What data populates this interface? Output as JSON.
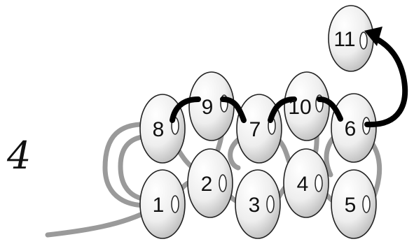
{
  "step_number": "4",
  "beads": [
    {
      "id": "bead-1",
      "label": "1"
    },
    {
      "id": "bead-2",
      "label": "2"
    },
    {
      "id": "bead-3",
      "label": "3"
    },
    {
      "id": "bead-4",
      "label": "4"
    },
    {
      "id": "bead-5",
      "label": "5"
    },
    {
      "id": "bead-6",
      "label": "6"
    },
    {
      "id": "bead-7",
      "label": "7"
    },
    {
      "id": "bead-8",
      "label": "8"
    },
    {
      "id": "bead-9",
      "label": "9"
    },
    {
      "id": "bead-10",
      "label": "10"
    },
    {
      "id": "bead-11",
      "label": "11"
    }
  ],
  "colors": {
    "bead_fill": "#ececec",
    "bead_stroke": "#222222",
    "thread_gray": "#9a9a9a",
    "thread_black": "#000000",
    "background": "#ffffff"
  }
}
